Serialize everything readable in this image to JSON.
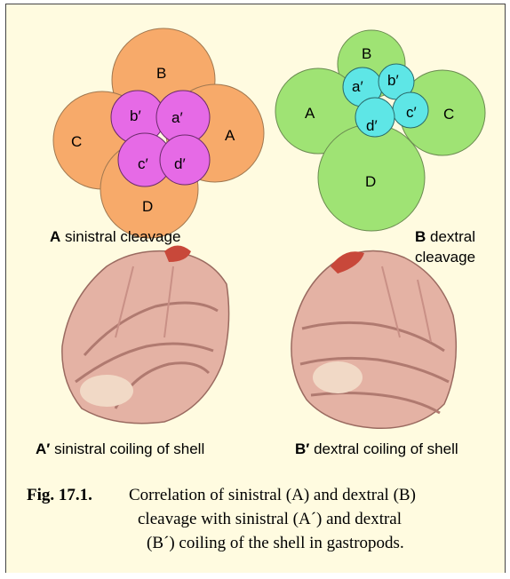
{
  "labels": {
    "A_letter": "A",
    "A_text": "sinistral cleavage",
    "B_letter": "B",
    "B_text_1": "dextral",
    "B_text_2": "cleavage",
    "A_prime_letter": "A′",
    "A_prime_text": "sinistral coiling of shell",
    "B_prime_letter": "B′",
    "B_prime_text": "dextral coiling of shell"
  },
  "sinistral_cells": {
    "A": "A",
    "B": "B",
    "C": "C",
    "D": "D",
    "a": "a′",
    "b": "b′",
    "c": "c′",
    "d": "d′"
  },
  "dextral_cells": {
    "A": "A",
    "B": "B",
    "C": "C",
    "D": "D",
    "a": "a′",
    "b": "b′",
    "c": "c′",
    "d": "d′"
  },
  "caption": {
    "number": "Fig. 17.1.",
    "line1": "Correlation of sinistral (A) and dextral (B)",
    "line2": "cleavage with sinistral (A´) and dextral",
    "line3": "(B´) coiling of the shell in gastropods."
  },
  "colors": {
    "macromere_sinistral": "#f7aa6a",
    "micromere_sinistral": "#e66ae6",
    "macromere_dextral": "#9fe374",
    "micromere_dextral": "#5ee6e6",
    "shell": "#e4b2a4",
    "shell_tip": "#c8483a"
  }
}
